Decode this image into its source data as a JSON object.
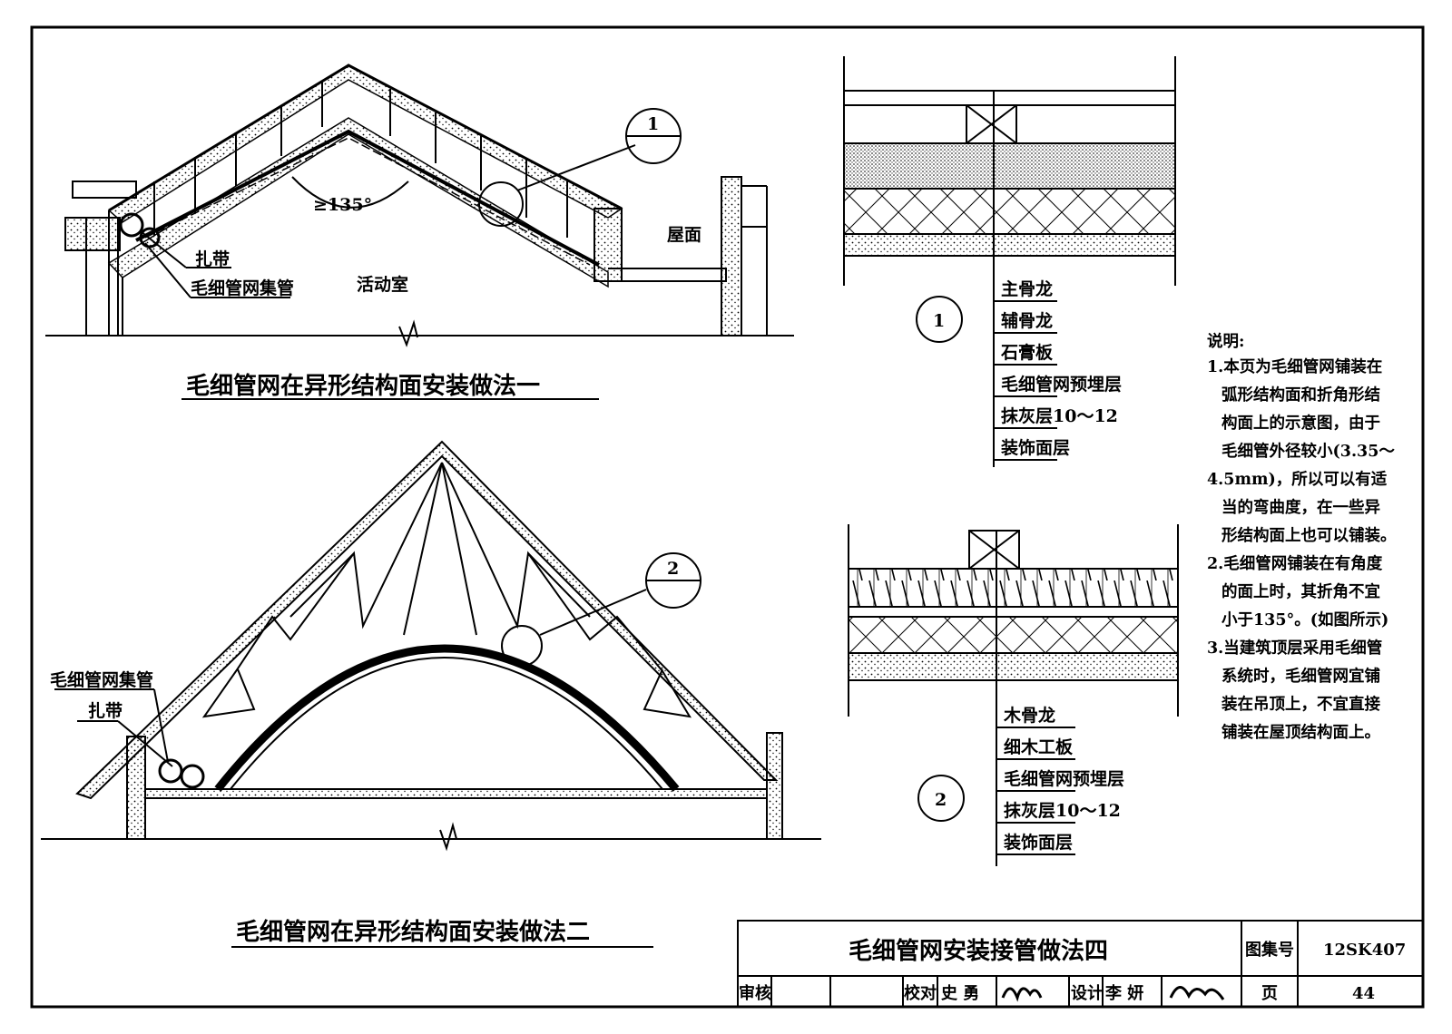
{
  "diagram1": {
    "angle_label": "≥135°",
    "callout_no": "1",
    "roof_label": "屋面",
    "room_label": "活动室",
    "strap_label": "扎带",
    "header_label": "毛细管网集管",
    "title": "毛细管网在异形结构面安装做法一"
  },
  "diagram2": {
    "callout_no": "2",
    "header_label": "毛细管网集管",
    "strap_label": "扎带",
    "title": "毛细管网在异形结构面安装做法二"
  },
  "detail1": {
    "no": "1",
    "layers": [
      "主骨龙",
      "辅骨龙",
      "石膏板",
      "毛细管网预埋层",
      "抹灰层10～12",
      "装饰面层"
    ]
  },
  "detail2": {
    "no": "2",
    "layers": [
      "木骨龙",
      "细木工板",
      "毛细管网预埋层",
      "抹灰层10～12",
      "装饰面层"
    ]
  },
  "notes": {
    "heading": "说明:",
    "lines": [
      "1.本页为毛细管网铺装在",
      "弧形结构面和折角形结",
      "构面上的示意图，由于",
      "毛细管外径较小(3.35～",
      "4.5mm)，所以可以有适",
      "当的弯曲度，在一些异",
      "形结构面上也可以铺装。",
      "2.毛细管网铺装在有角度",
      "的面上时，其折角不宜",
      "小于135°。(如图所示)",
      "3.当建筑顶层采用毛细管",
      "系统时，毛细管网宜铺",
      "装在吊顶上，不宜直接",
      "铺装在屋顶结构面上。"
    ]
  },
  "title_block": {
    "main_title": "毛细管网安装接管做法四",
    "atlas_label": "图集号",
    "atlas_no": "12SK407",
    "review_label": "审核",
    "check_label": "校对",
    "checker": "史 勇",
    "design_label": "设计",
    "designer": "李 妍",
    "page_label": "页",
    "page_no": "44"
  }
}
